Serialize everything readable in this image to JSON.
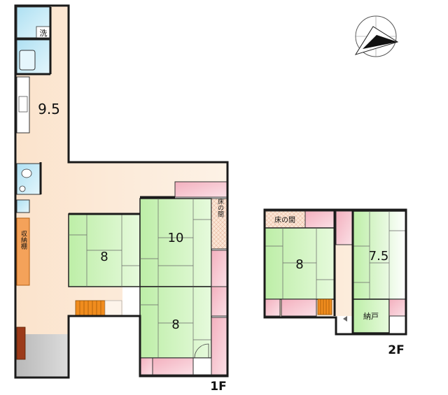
{
  "floor1": {
    "label": "1F",
    "rooms": {
      "ldk": "9.5",
      "washroom": "洗",
      "storage": "収納棚",
      "tatami_west": "8",
      "tatami_center": "10",
      "tokonoma": "床の間",
      "tatami_south": "8"
    }
  },
  "floor2": {
    "label": "2F",
    "rooms": {
      "tokonoma": "床の間",
      "tatami_west": "8",
      "tatami_east": "7.5",
      "closet": "納戸"
    }
  },
  "compass": {
    "icon": "compass-north-arrow-icon"
  },
  "colors": {
    "tatami": "#c9f2b6",
    "wood_floor": "#fbe6d2",
    "closet": "#f4b8c4",
    "wet_area": "#bfe8f5",
    "stairs": "#f08c1e",
    "entrance": "#c4c4c4",
    "wall": "#1a1a1a"
  }
}
